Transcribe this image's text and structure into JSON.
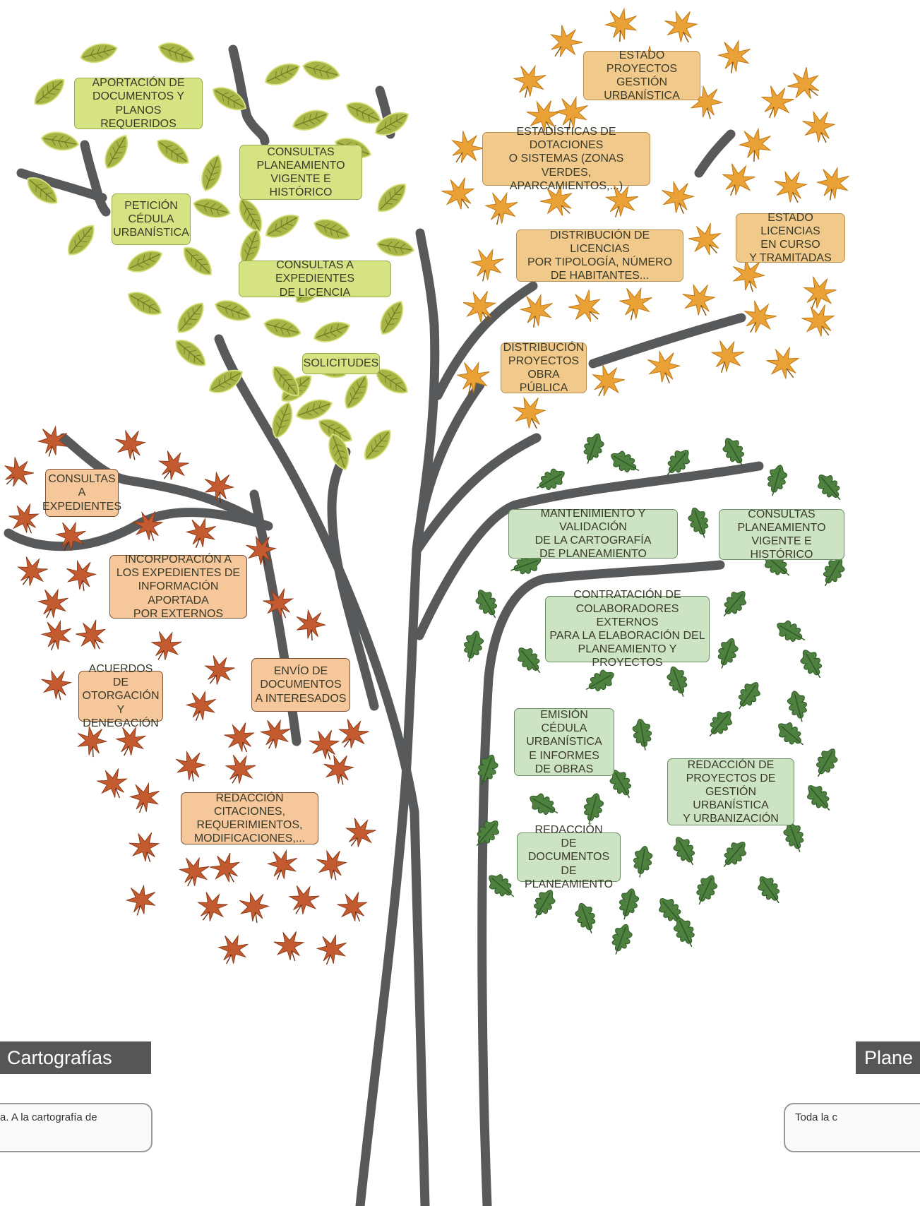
{
  "colors": {
    "branch": "#58595b",
    "lime_leaf": "#a7b546",
    "gold_leaf": "#eaa236",
    "rust_leaf": "#c35a30",
    "oak_leaf": "#4e8040",
    "lime_box": "#d5e383",
    "gold_box": "#f1c98a",
    "peach_box": "#f5c79b",
    "mint_box": "#cce4c4",
    "tab": "#565656"
  },
  "quadrants": {
    "top_left": {
      "leaf": "lime-leaf-icon",
      "labels": [
        "APORTACIÓN DE\nDOCUMENTOS Y\nPLANOS REQUERIDOS",
        "CONSULTAS\nPLANEAMIENTO\nVIGENTE E HISTÓRICO",
        "PETICIÓN\nCÉDULA\nURBANÍSTICA",
        "CONSULTAS A EXPEDIENTES\nDE LICENCIA",
        "SOLICITUDES"
      ]
    },
    "top_right": {
      "leaf": "maple-leaf-icon",
      "labels": [
        "ESTADO\nPROYECTOS GESTIÓN\nURBANÍSTICA",
        "ESTADÍSTICAS DE DOTACIONES\nO SISTEMAS (ZONAS VERDES,\nAPARCAMIENTOS,...)",
        "DISTRIBUCIÓN DE LICENCIAS\nPOR TIPOLOGÍA, NÚMERO\nDE HABITANTES...",
        "ESTADO LICENCIAS\nEN CURSO\nY TRAMITADAS",
        "DISTRIBUCIÓN\nPROYECTOS\nOBRA PÚBLICA"
      ]
    },
    "bottom_left": {
      "leaf": "red-maple-leaf-icon",
      "labels": [
        "CONSULTAS\nA\nEXPEDIENTES",
        "INCORPORACIÓN A\nLOS EXPEDIENTES DE\nINFORMACIÓN APORTADA\nPOR EXTERNOS",
        "ENVÍO DE\nDOCUMENTOS\nA INTERESADOS",
        "ACUERDOS DE\nOTORGACIÓN\nY DENEGACIÓN",
        "REDACCIÓN CITACIONES,\nREQUERIMIENTOS,\nMODIFICACIONES,..."
      ]
    },
    "bottom_right": {
      "leaf": "oak-leaf-icon",
      "labels": [
        "MANTENIMIENTO Y VALIDACIÓN\nDE LA CARTOGRAFÍA\nDE PLANEAMIENTO",
        "CONSULTAS\nPLANEAMIENTO\nVIGENTE E HISTÓRICO",
        "CONTRATACIÓN DE\nCOLABORADORES EXTERNOS\nPARA LA ELABORACIÓN DEL\nPLANEAMIENTO Y PROYECTOS",
        "EMISIÓN CÉDULA\nURBANÍSTICA\nE INFORMES\nDE OBRAS",
        "REDACCIÓN DE\nPROYECTOS DE\nGESTIÓN URBANÍSTICA\nY URBANIZACIÓN",
        "REDACCIÓN\nDE DOCUMENTOS\nDE PLANEAMIENTO"
      ]
    }
  },
  "footer": {
    "left_tab": "Cartografías",
    "left_note": "a. A la cartografía de",
    "right_tab": "Plane",
    "right_note": "Toda la c"
  }
}
